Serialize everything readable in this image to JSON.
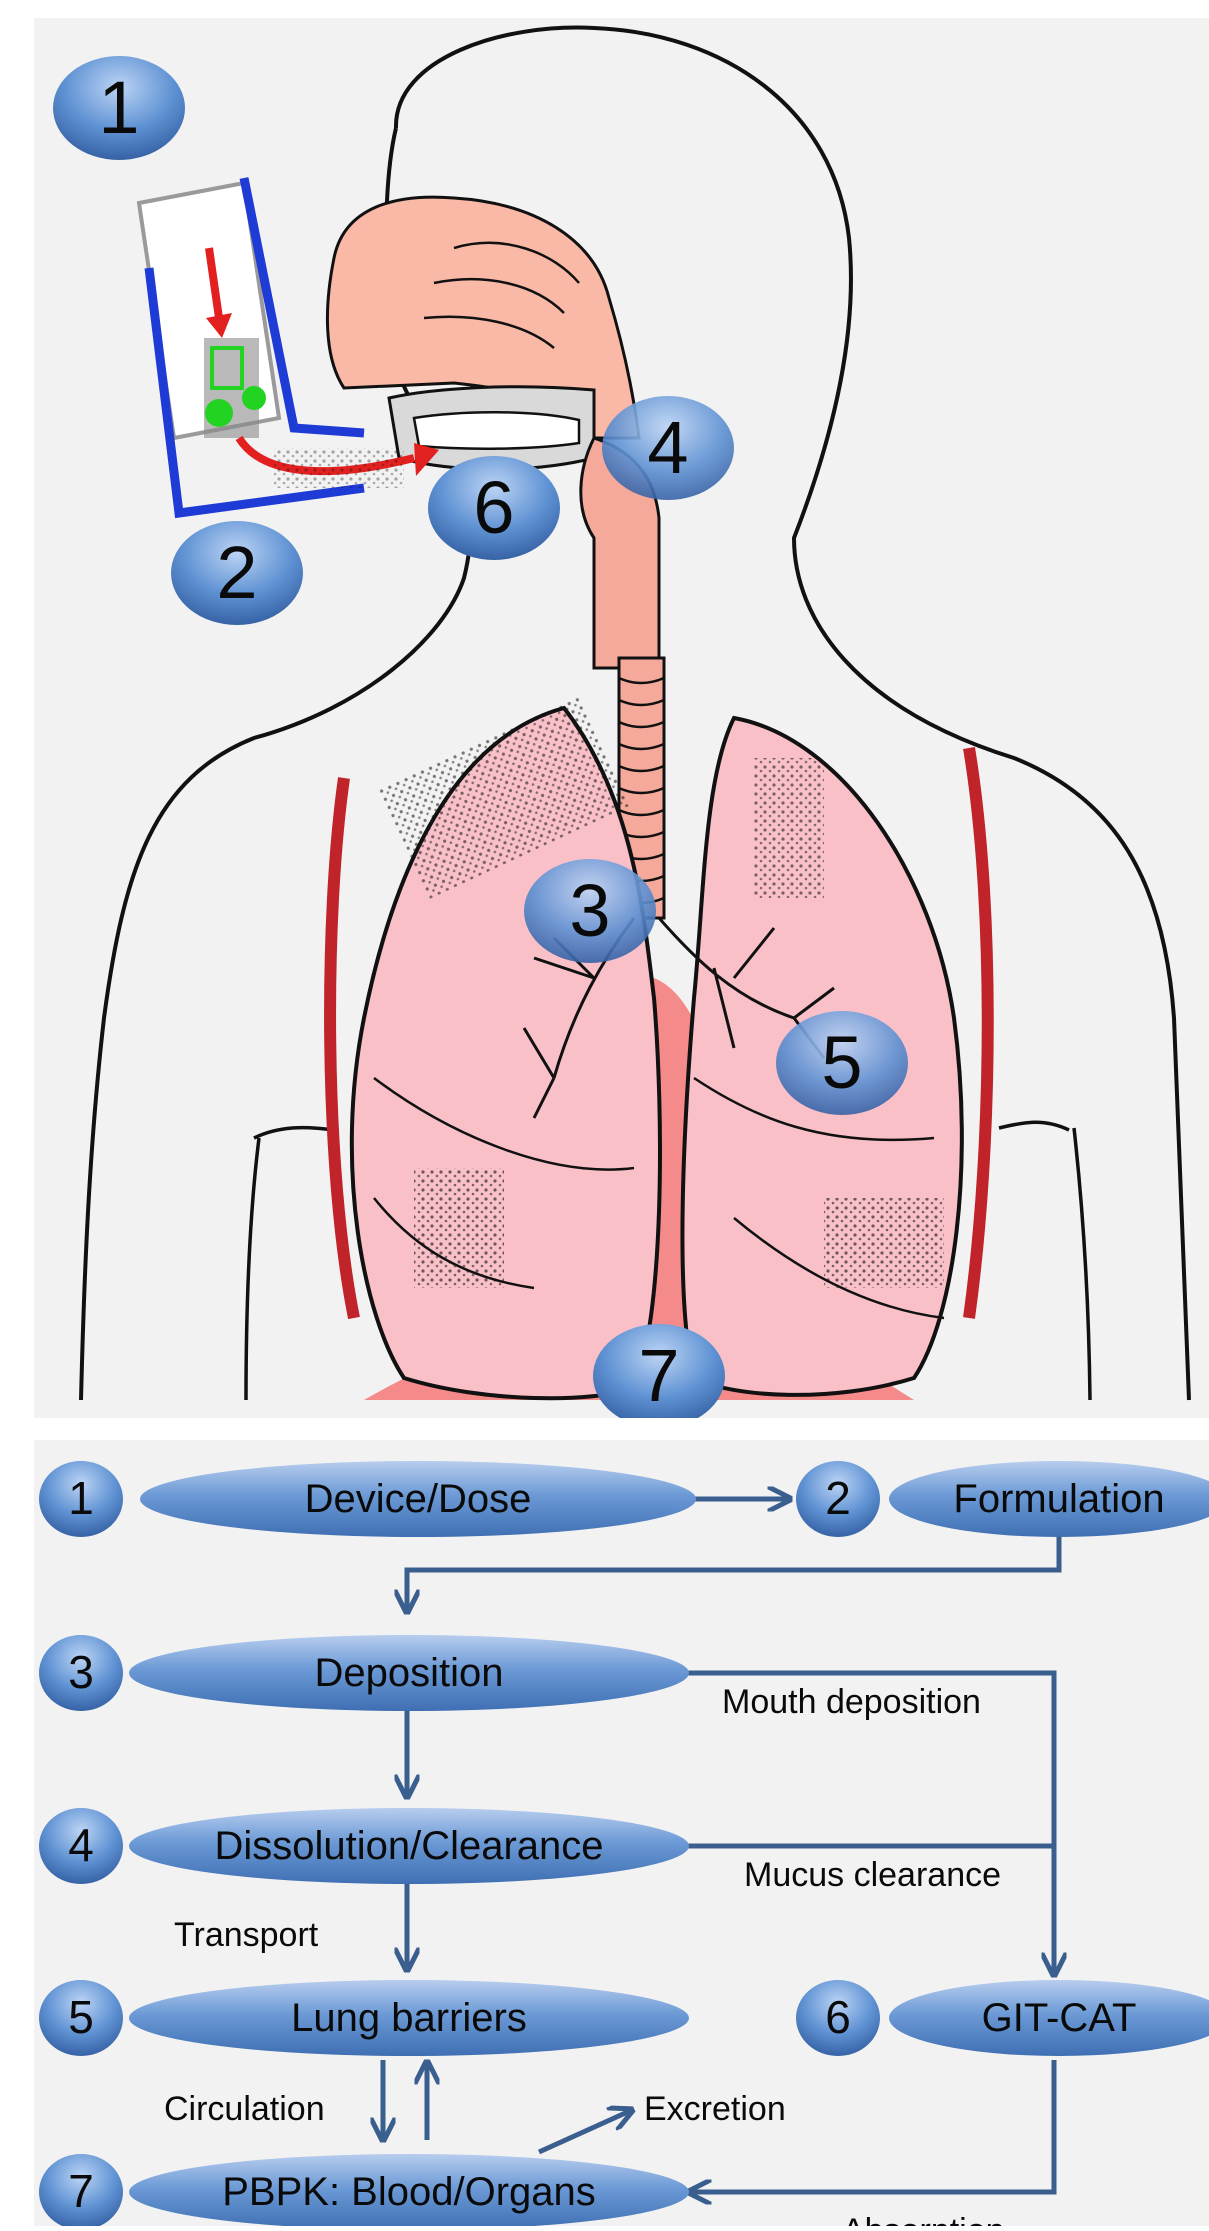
{
  "anatomy": {
    "markers": [
      {
        "number": "1",
        "label": "device-marker"
      },
      {
        "number": "2",
        "label": "formulation-marker"
      },
      {
        "number": "3",
        "label": "deposition-marker"
      },
      {
        "number": "4",
        "label": "dissolution-marker"
      },
      {
        "number": "5",
        "label": "lung-barrier-marker"
      },
      {
        "number": "6",
        "label": "git-marker"
      },
      {
        "number": "7",
        "label": "pbpk-marker"
      }
    ]
  },
  "flow": {
    "nodes": {
      "device": {
        "number": "1",
        "label": "Device/Dose"
      },
      "formulation": {
        "number": "2",
        "label": "Formulation"
      },
      "deposition": {
        "number": "3",
        "label": "Deposition"
      },
      "dissolution": {
        "number": "4",
        "label": "Dissolution/Clearance"
      },
      "barriers": {
        "number": "5",
        "label": "Lung barriers"
      },
      "gitcat": {
        "number": "6",
        "label": "GIT-CAT"
      },
      "pbpk": {
        "number": "7",
        "label": "PBPK: Blood/Organs"
      }
    },
    "edge_labels": {
      "mouth_deposition": "Mouth deposition",
      "mucus_clearance": "Mucus clearance",
      "transport": "Transport",
      "circulation": "Circulation",
      "excretion": "Excretion",
      "absorption": "Absorption"
    }
  },
  "colors": {
    "bubble_light": "#a9c6ee",
    "bubble_mid": "#5b8ed0",
    "bubble_dark": "#2c5597",
    "arrow": "#3a5f8f",
    "lung_fill": "#f9c0c8",
    "nose_fill": "#f9b9a6",
    "trachea_fill": "#f5a99a",
    "heart_fill": "#f58a8a",
    "lung_edge": "#c0242a",
    "inhaler_blue": "#1f3bd6",
    "inhaler_red": "#e32020",
    "inhaler_green": "#22d322"
  }
}
